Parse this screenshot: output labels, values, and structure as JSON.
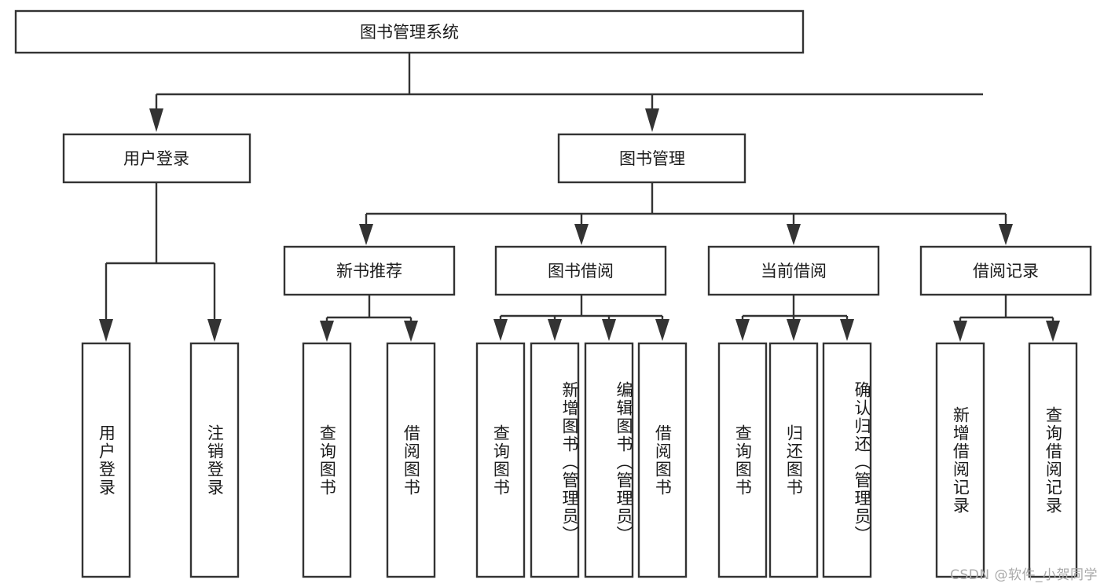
{
  "diagram": {
    "title": "图书管理系统",
    "watermark": "CSDN @软件_小贺同学",
    "colors": {
      "stroke": "#333333",
      "fill": "#ffffff",
      "text": "#1b1b1b",
      "watermark": "#a9a9a9"
    },
    "level2": {
      "user_login": "用户登录",
      "book_manage": "图书管理"
    },
    "level3": {
      "new_book_rec": "新书推荐",
      "book_borrow": "图书借阅",
      "current_borrow": "当前借阅",
      "borrow_record": "借阅记录"
    },
    "leaves": {
      "user_login_1": "用户登录",
      "user_login_2": "注销登录",
      "new_book_1": "查询图书",
      "new_book_2": "借阅图书",
      "borrow_1": "查询图书",
      "borrow_2": "新增图书（管理员）",
      "borrow_3": "编辑图书（管理员）",
      "borrow_4": "借阅图书",
      "current_1": "查询图书",
      "current_2": "归还图书",
      "current_3": "确认归还（管理员）",
      "record_1": "新增借阅记录",
      "record_2": "查询借阅记录"
    }
  }
}
